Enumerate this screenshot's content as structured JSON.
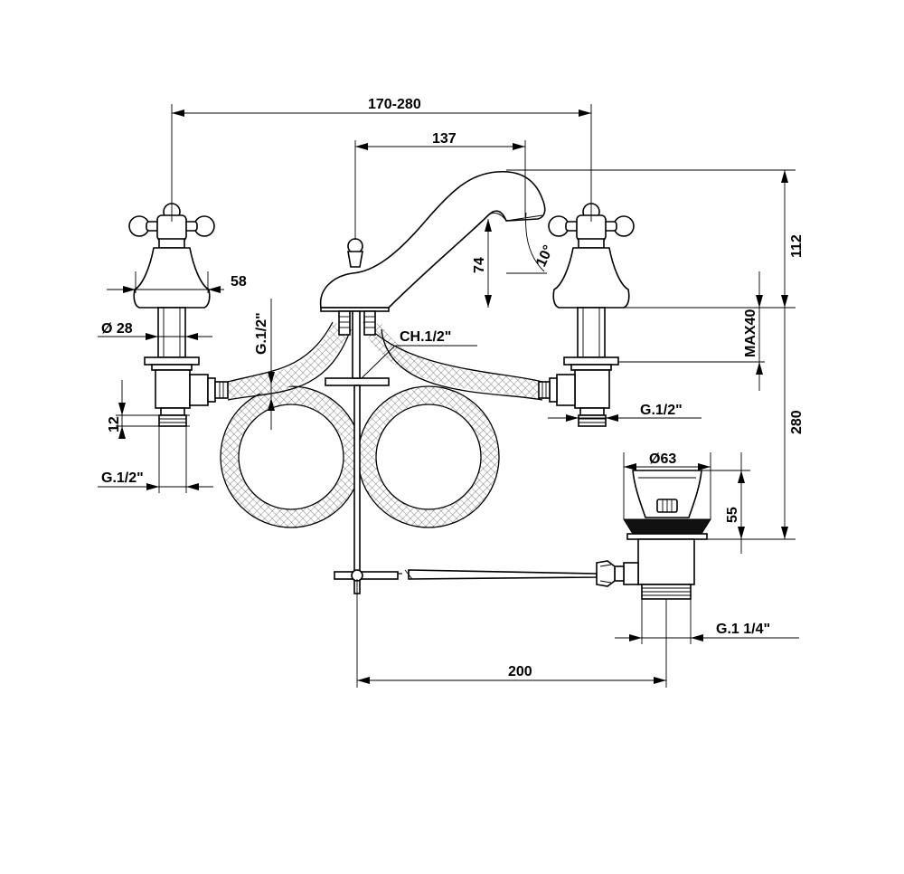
{
  "dimensions": {
    "spacing_range": "170-280",
    "spout_reach": "137",
    "handle_width": "58",
    "body_diameter": "Ø 28",
    "inlet_thread_left_vertical": "G.1/2\"",
    "nut_height": "12",
    "inlet_thread_left": "G.1/2\"",
    "check_valve": "CH.1/2\"",
    "spout_height": "74",
    "spout_angle": "10°",
    "total_height": "112",
    "max_deck": "MAX40",
    "under_deck_height": "280",
    "inlet_thread_right": "G.1/2\"",
    "drain_diameter": "Ø63",
    "drain_height": "55",
    "drain_thread": "G.1 1/4\"",
    "rod_length": "200"
  },
  "colors": {
    "line": "#000000",
    "background": "#ffffff"
  }
}
